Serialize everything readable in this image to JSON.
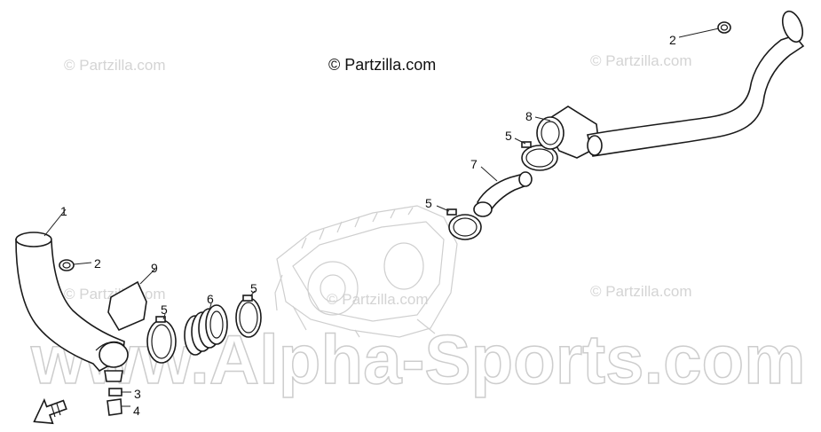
{
  "copyright": "© Partzilla.com",
  "watermarks": [
    "© Partzilla.com",
    "© Partzilla.com",
    "© Partzilla.com",
    "© Partzilla.com",
    "© Partzilla.com"
  ],
  "big_watermark": "www.Alpha-Sports.com",
  "callouts": {
    "c1": "1",
    "c2a": "2",
    "c2b": "2",
    "c3": "3",
    "c4": "4",
    "c5a": "5",
    "c5b": "5",
    "c5c": "5",
    "c5d": "5",
    "c6": "6",
    "c7": "7",
    "c8": "8",
    "c9": "9"
  },
  "colors": {
    "line": "#1a1a1a",
    "watermark": "#d4d4d4",
    "ghost_engine": "#cfcfcf"
  }
}
